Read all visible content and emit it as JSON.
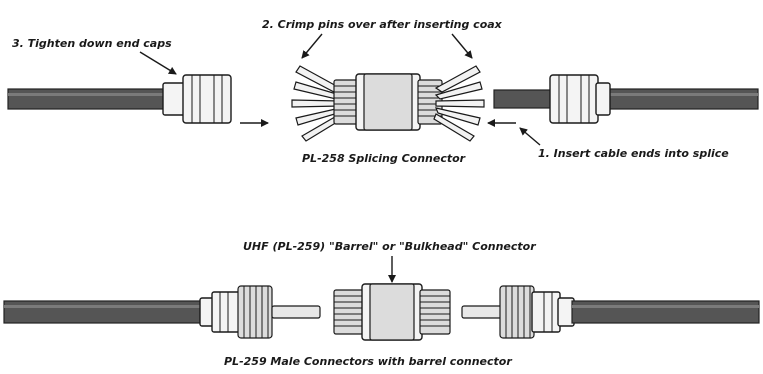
{
  "labels": {
    "tighten_caps": "3. Tighten down end caps",
    "crimp_pins": "2. Crimp pins over after inserting coax",
    "insert_cable": "1. Insert cable ends into splice",
    "splicing_connector": "PL-258 Splicing Connector",
    "barrel_connector": "UHF (PL-259) \"Barrel\" or \"Bulkhead\" Connector",
    "male_connectors": "PL-259 Male Connectors with barrel connector"
  }
}
